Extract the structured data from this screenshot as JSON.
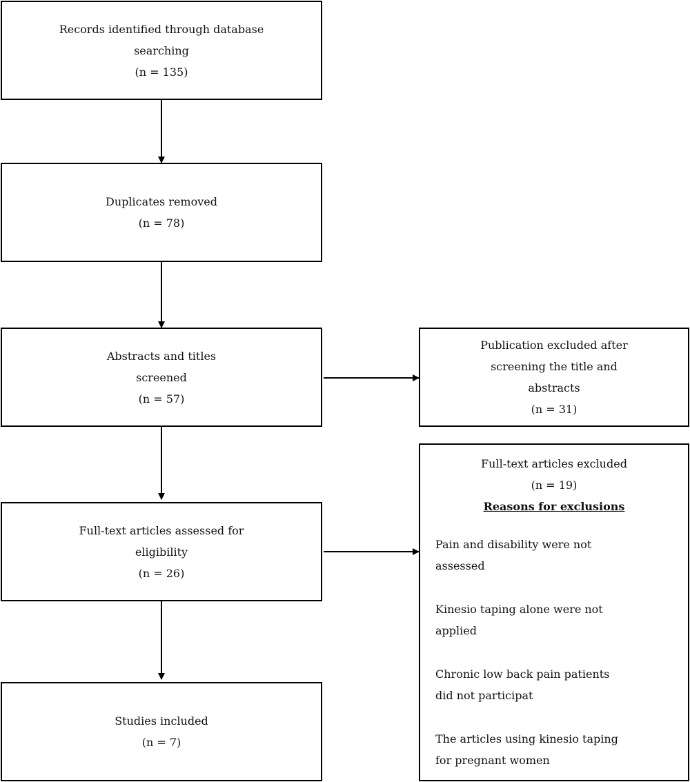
{
  "records_box": {
    "line1": "Records identified through database",
    "line2": "searching",
    "count": "(n = 135)"
  },
  "duplicates_box": {
    "line1": "Duplicates removed",
    "count": "(n = 78)"
  },
  "screened_box": {
    "line1": "Abstracts and titles",
    "line2": "screened",
    "count": "(n = 57)"
  },
  "assessed_box": {
    "line1": "Full-text articles assessed for",
    "line2": "eligibility",
    "count": "(n = 26)"
  },
  "included_box": {
    "line1": "Studies included",
    "count": "(n = 7)"
  },
  "excluded_screening_box": {
    "line1": "Publication excluded after",
    "line2": "screening the title and",
    "line3": "abstracts",
    "count": "(n = 31)"
  },
  "excluded_fulltext_box": {
    "line1": "Full-text articles excluded",
    "count": "(n = 19)",
    "reasons_title": "Reasons for exclusions",
    "reasons": [
      {
        "line1": "Pain and disability were not",
        "line2": "assessed"
      },
      {
        "line1": "Kinesio taping alone were not",
        "line2": "applied"
      },
      {
        "line1": "Chronic low back pain patients",
        "line2": "did not participat"
      },
      {
        "line1": "The articles using kinesio taping",
        "line2": "for pregnant women"
      }
    ]
  }
}
